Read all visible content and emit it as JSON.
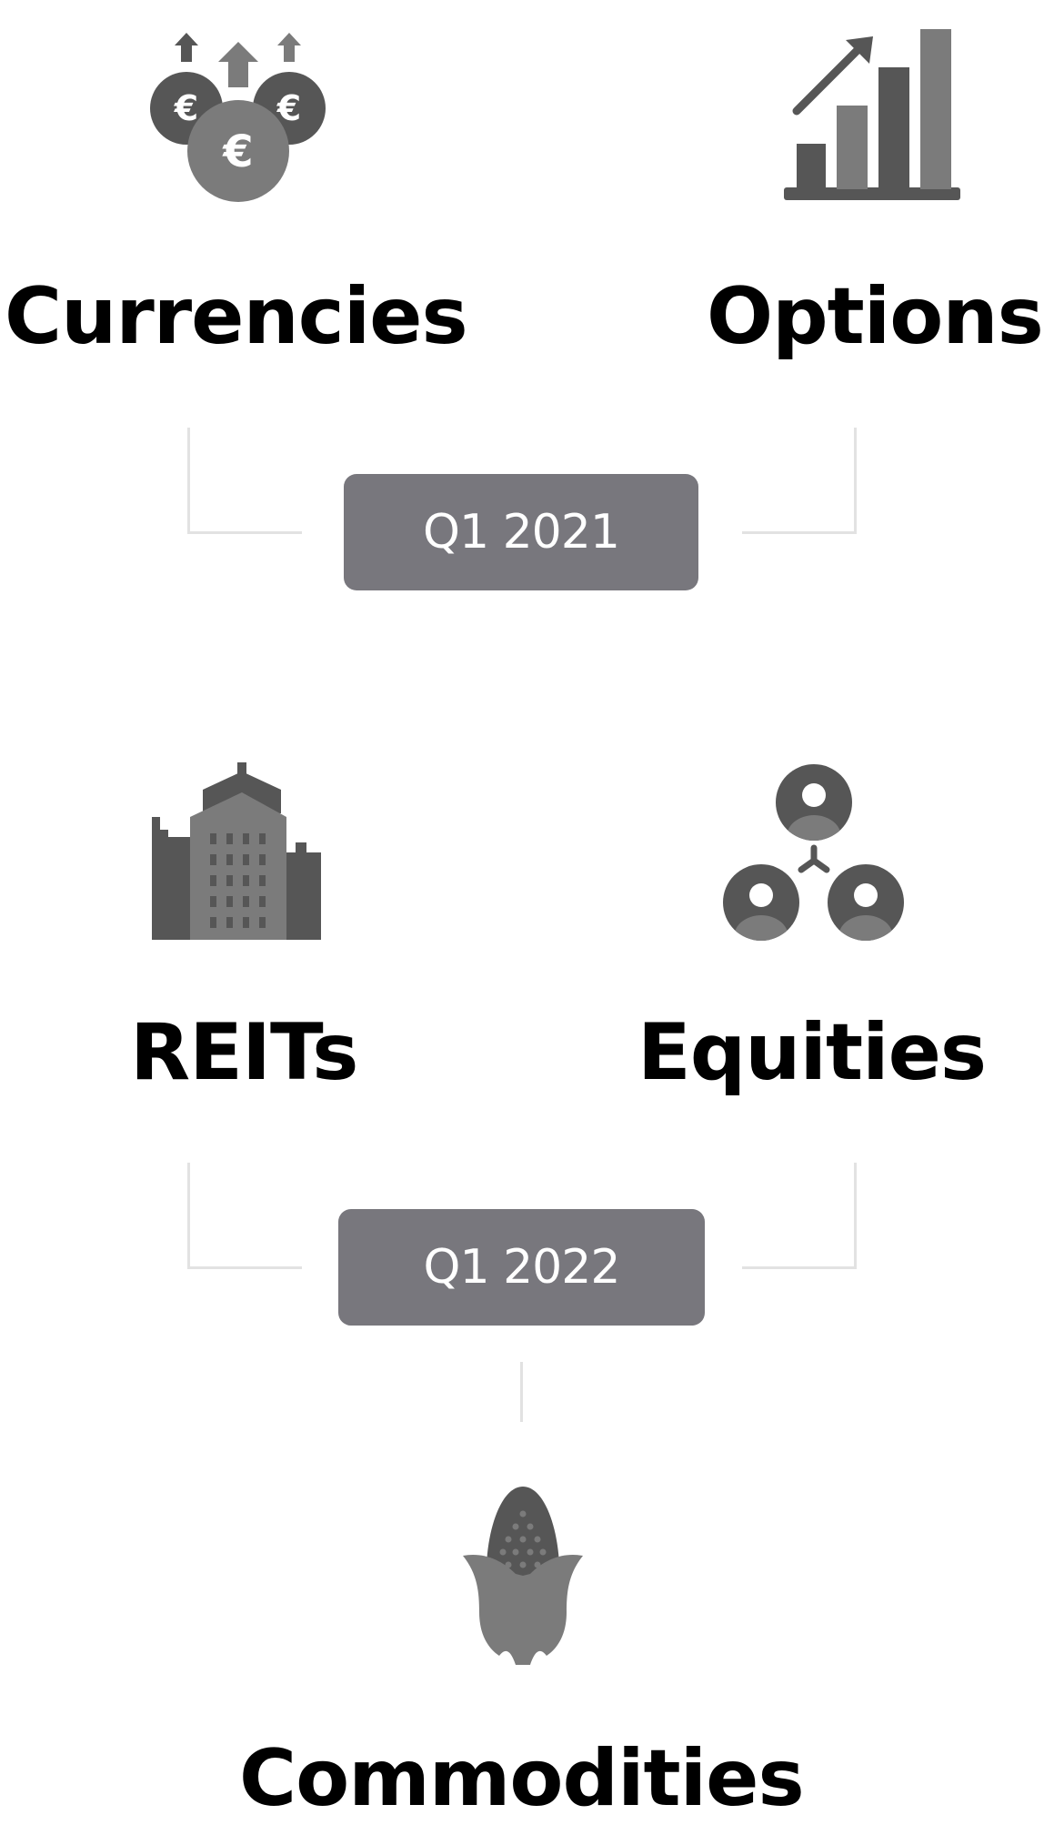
{
  "items": {
    "currencies": {
      "label": "Currencies",
      "icon": "euro-coins-icon"
    },
    "options": {
      "label": "Options",
      "icon": "bar-chart-growth-icon"
    },
    "reits": {
      "label": "REITs",
      "icon": "buildings-icon"
    },
    "equities": {
      "label": "Equities",
      "icon": "people-network-icon"
    },
    "commodities": {
      "label": "Commodities",
      "icon": "corn-icon"
    }
  },
  "milestones": {
    "q1_2021": {
      "label": "Q1 2021"
    },
    "q1_2022": {
      "label": "Q1 2022"
    }
  },
  "colors": {
    "dark_gray": "#565656",
    "mid_gray": "#7b7b7b",
    "pill": "#78777d",
    "connector": "#e2e2e2"
  }
}
